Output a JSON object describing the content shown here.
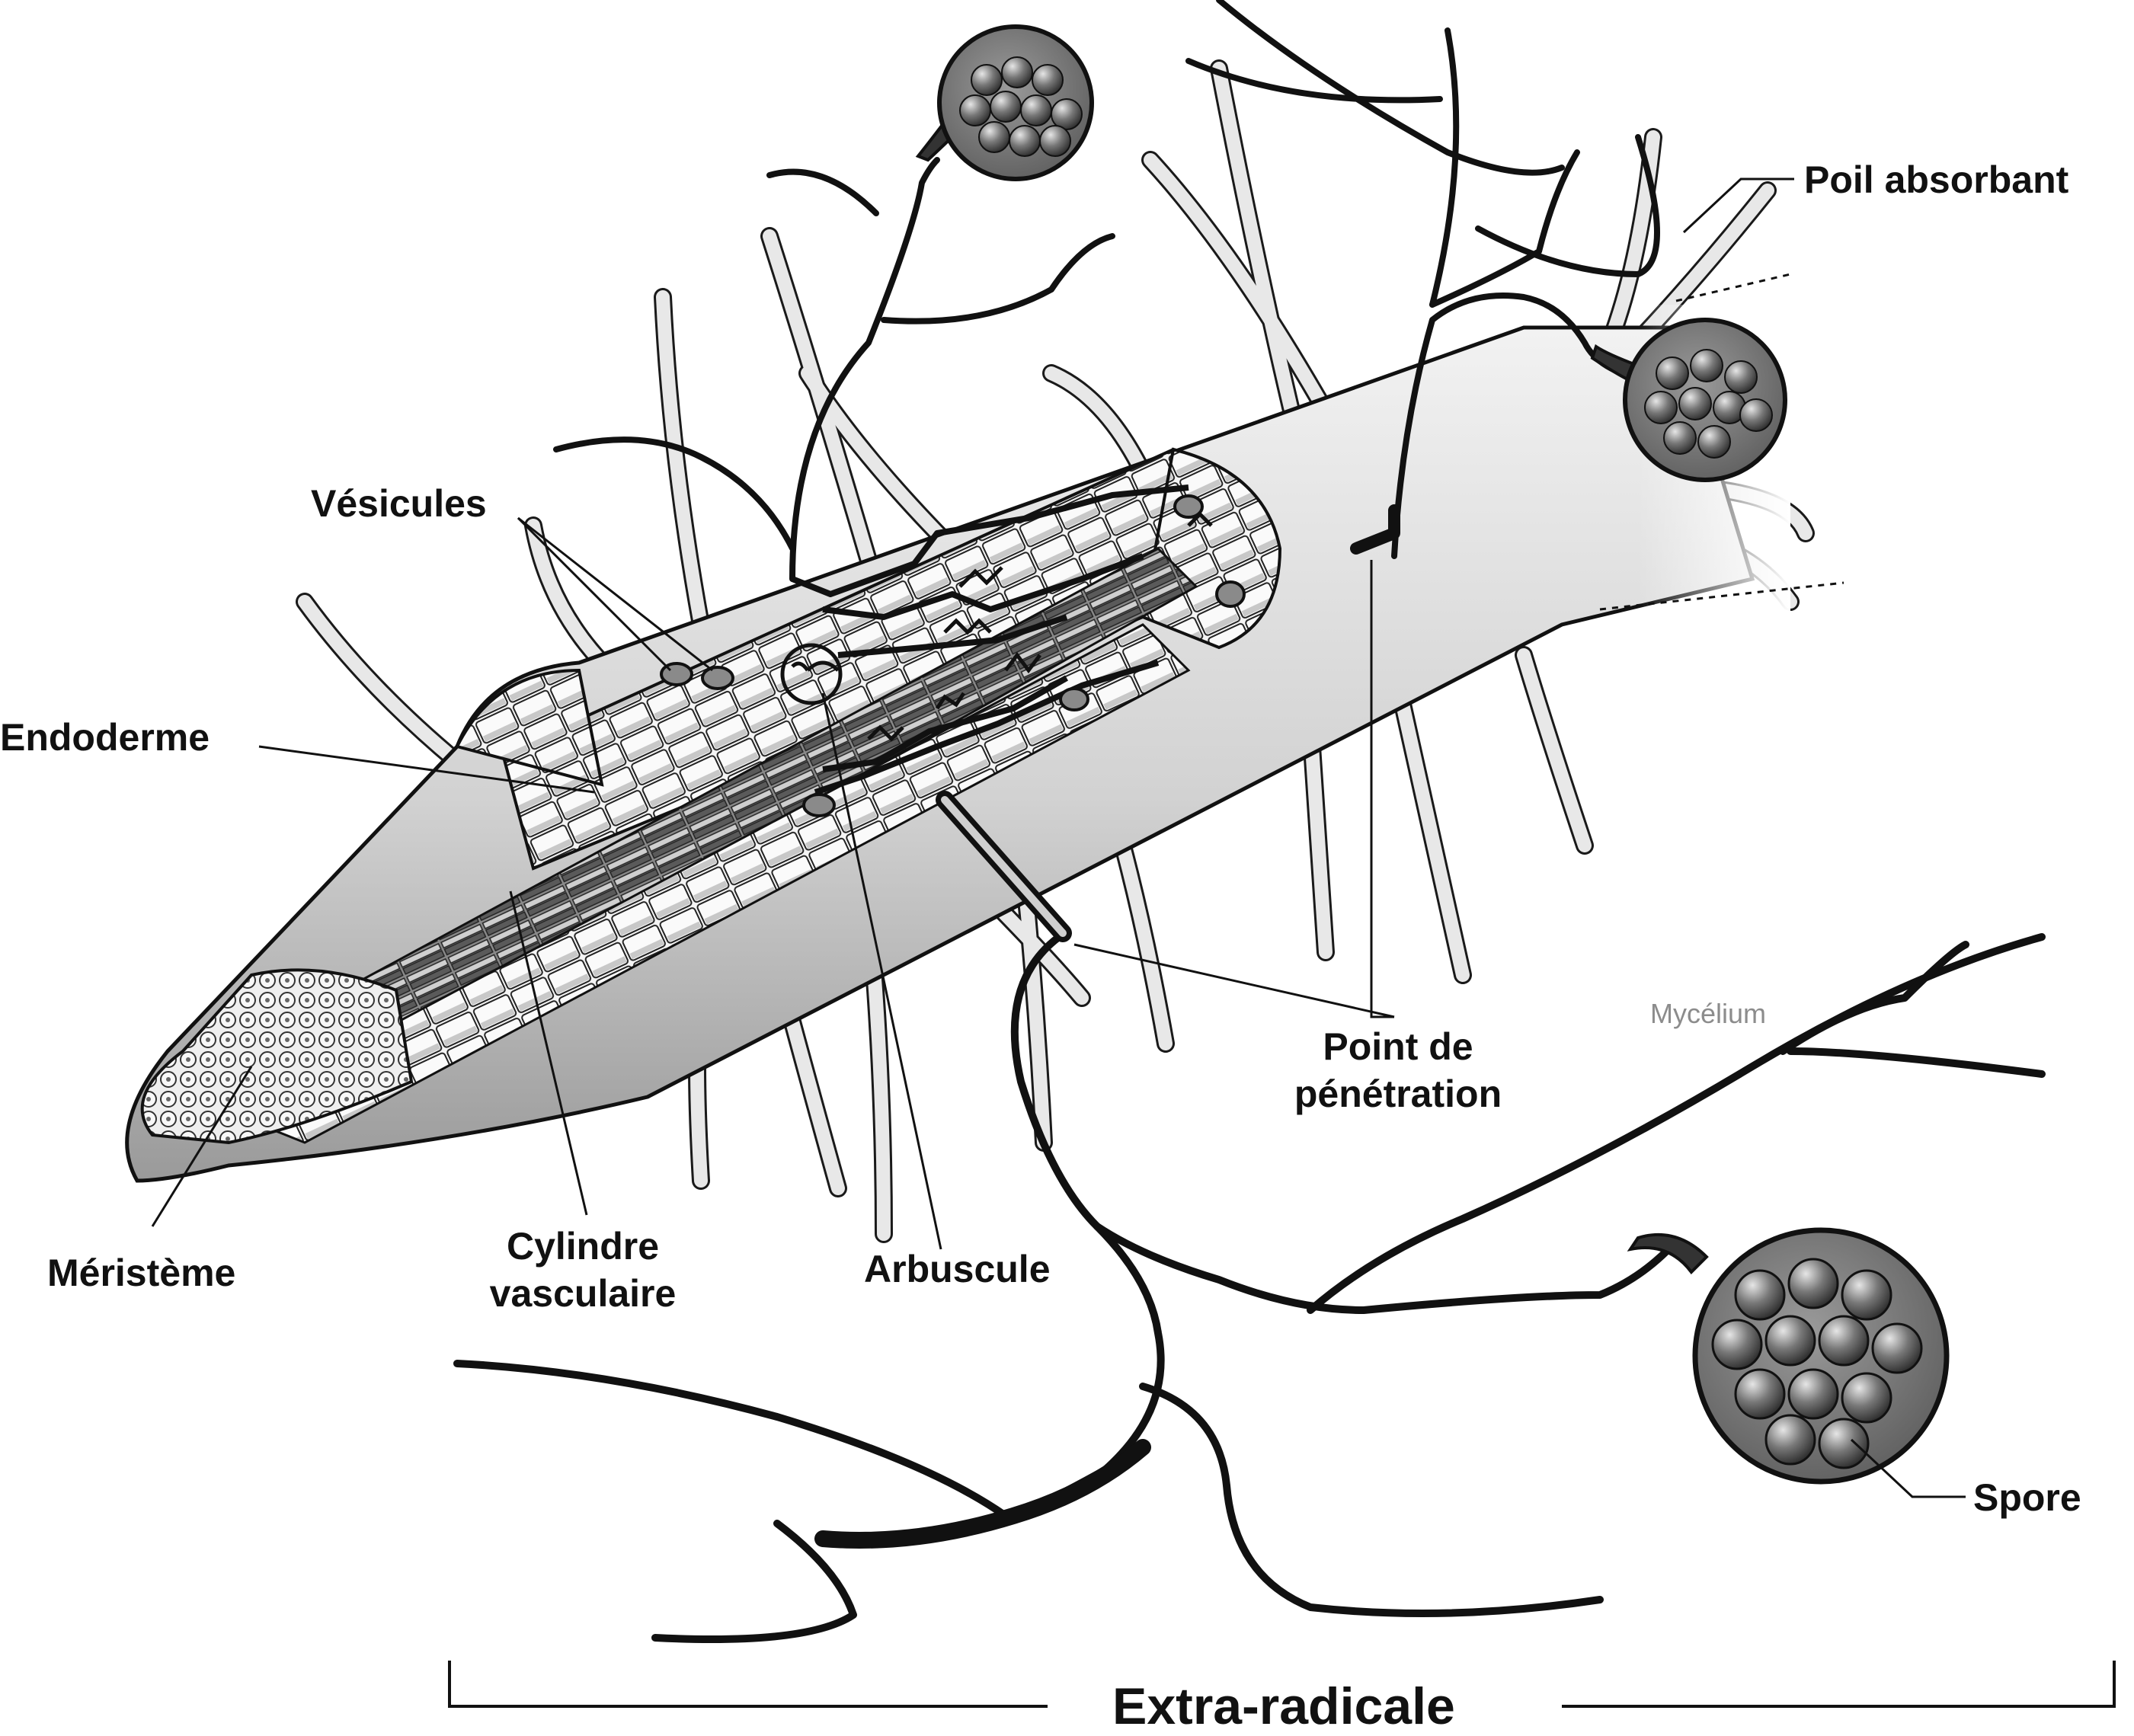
{
  "labels": {
    "poil_absorbant": "Poil absorbant",
    "vesicules": "Vésicules",
    "endoderme": "Endoderme",
    "meristeme": "Méristème",
    "cylindre_line1": "Cylindre",
    "cylindre_line2": "vasculaire",
    "arbuscule": "Arbuscule",
    "point_line1": "Point de",
    "point_line2": "pénétration",
    "mycelium": "Mycélium",
    "spore": "Spore",
    "extra_radicale": "Extra-radicale"
  },
  "colors": {
    "ink": "#111111",
    "root_fill": "#dcdcdc",
    "hair_fill": "#e6e6e6",
    "cortex_cells": "#f4f4f4",
    "vascular_dark": "#555555",
    "spore_fill": "#8a8a8a",
    "mycelium_label": "#8c8c8c"
  }
}
